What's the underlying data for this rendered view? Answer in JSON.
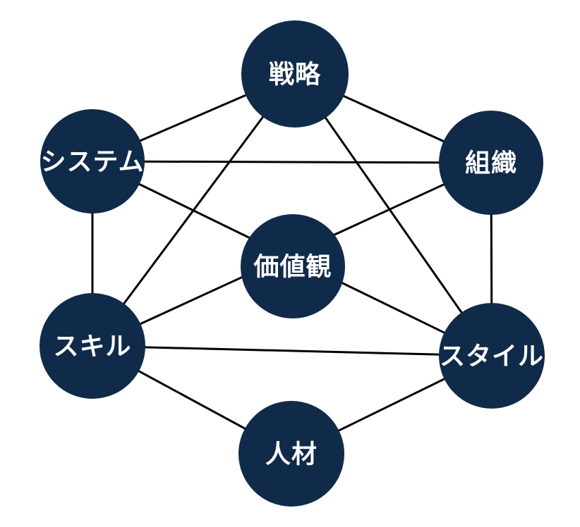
{
  "diagram": {
    "type": "network",
    "description": "7S framework diagram: seven dark navy circles with Japanese labels connected by black lines on a white background",
    "nodes": [
      {
        "id": "strategy",
        "label": "戦略"
      },
      {
        "id": "systems",
        "label": "システム"
      },
      {
        "id": "structure",
        "label": "組織"
      },
      {
        "id": "shared_values",
        "label": "価値観"
      },
      {
        "id": "skills",
        "label": "スキル"
      },
      {
        "id": "style",
        "label": "スタイル"
      },
      {
        "id": "staff",
        "label": "人材"
      }
    ],
    "edges": [
      [
        "strategy",
        "systems"
      ],
      [
        "strategy",
        "structure"
      ],
      [
        "strategy",
        "skills"
      ],
      [
        "strategy",
        "style"
      ],
      [
        "systems",
        "structure"
      ],
      [
        "systems",
        "skills"
      ],
      [
        "systems",
        "style"
      ],
      [
        "structure",
        "style"
      ],
      [
        "structure",
        "skills"
      ],
      [
        "skills",
        "style"
      ],
      [
        "skills",
        "staff"
      ],
      [
        "style",
        "staff"
      ]
    ],
    "colors": {
      "node_fill": "#102a49",
      "edge_stroke": "#000000",
      "label_text": "#ffffff",
      "background": "#ffffff"
    }
  }
}
